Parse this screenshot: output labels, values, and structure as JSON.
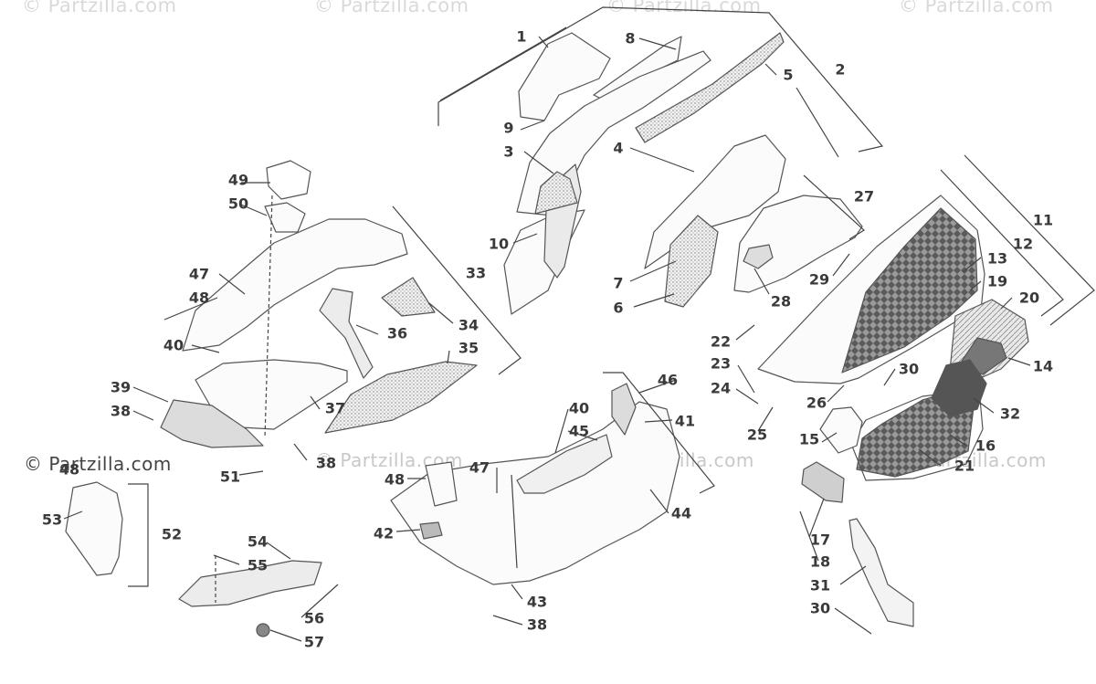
{
  "watermark": {
    "text": "© Partzilla.com"
  },
  "callouts": [
    {
      "id": "c1",
      "text": "1"
    },
    {
      "id": "c2",
      "text": "2"
    },
    {
      "id": "c3",
      "text": "3"
    },
    {
      "id": "c4",
      "text": "4"
    },
    {
      "id": "c5",
      "text": "5"
    },
    {
      "id": "c6",
      "text": "6"
    },
    {
      "id": "c7",
      "text": "7"
    },
    {
      "id": "c8",
      "text": "8"
    },
    {
      "id": "c9",
      "text": "9"
    },
    {
      "id": "c10",
      "text": "10"
    },
    {
      "id": "c11",
      "text": "11"
    },
    {
      "id": "c12",
      "text": "12"
    },
    {
      "id": "c13",
      "text": "13"
    },
    {
      "id": "c14",
      "text": "14"
    },
    {
      "id": "c15",
      "text": "15"
    },
    {
      "id": "c16",
      "text": "16"
    },
    {
      "id": "c17",
      "text": "17"
    },
    {
      "id": "c18",
      "text": "18"
    },
    {
      "id": "c19",
      "text": "19"
    },
    {
      "id": "c20",
      "text": "20"
    },
    {
      "id": "c21",
      "text": "21"
    },
    {
      "id": "c22",
      "text": "22"
    },
    {
      "id": "c23",
      "text": "23"
    },
    {
      "id": "c24",
      "text": "24"
    },
    {
      "id": "c25",
      "text": "25"
    },
    {
      "id": "c26",
      "text": "26"
    },
    {
      "id": "c27",
      "text": "27"
    },
    {
      "id": "c28",
      "text": "28"
    },
    {
      "id": "c29",
      "text": "29"
    },
    {
      "id": "c30a",
      "text": "30"
    },
    {
      "id": "c30b",
      "text": "30"
    },
    {
      "id": "c31",
      "text": "31"
    },
    {
      "id": "c32",
      "text": "32"
    },
    {
      "id": "c33",
      "text": "33"
    },
    {
      "id": "c34",
      "text": "34"
    },
    {
      "id": "c35",
      "text": "35"
    },
    {
      "id": "c36",
      "text": "36"
    },
    {
      "id": "c37",
      "text": "37"
    },
    {
      "id": "c38a",
      "text": "38"
    },
    {
      "id": "c38b",
      "text": "38"
    },
    {
      "id": "c38c",
      "text": "38"
    },
    {
      "id": "c39",
      "text": "39"
    },
    {
      "id": "c40a",
      "text": "40"
    },
    {
      "id": "c40b",
      "text": "40"
    },
    {
      "id": "c41",
      "text": "41"
    },
    {
      "id": "c42",
      "text": "42"
    },
    {
      "id": "c43",
      "text": "43"
    },
    {
      "id": "c44",
      "text": "44"
    },
    {
      "id": "c45",
      "text": "45"
    },
    {
      "id": "c46",
      "text": "46"
    },
    {
      "id": "c47a",
      "text": "47"
    },
    {
      "id": "c47b",
      "text": "47"
    },
    {
      "id": "c48a",
      "text": "48"
    },
    {
      "id": "c48b",
      "text": "48"
    },
    {
      "id": "c48c",
      "text": "48"
    },
    {
      "id": "c49",
      "text": "49"
    },
    {
      "id": "c50",
      "text": "50"
    },
    {
      "id": "c51",
      "text": "51"
    },
    {
      "id": "c52",
      "text": "52"
    },
    {
      "id": "c53",
      "text": "53"
    },
    {
      "id": "c54",
      "text": "54"
    },
    {
      "id": "c55",
      "text": "55"
    },
    {
      "id": "c56",
      "text": "56"
    },
    {
      "id": "c57",
      "text": "57"
    }
  ],
  "colors": {
    "line": "#555555",
    "label": "#3a3a3a",
    "panel": "#f7f7f7",
    "grille": "#6e6e6e",
    "watermark": "#d9d9d9"
  }
}
